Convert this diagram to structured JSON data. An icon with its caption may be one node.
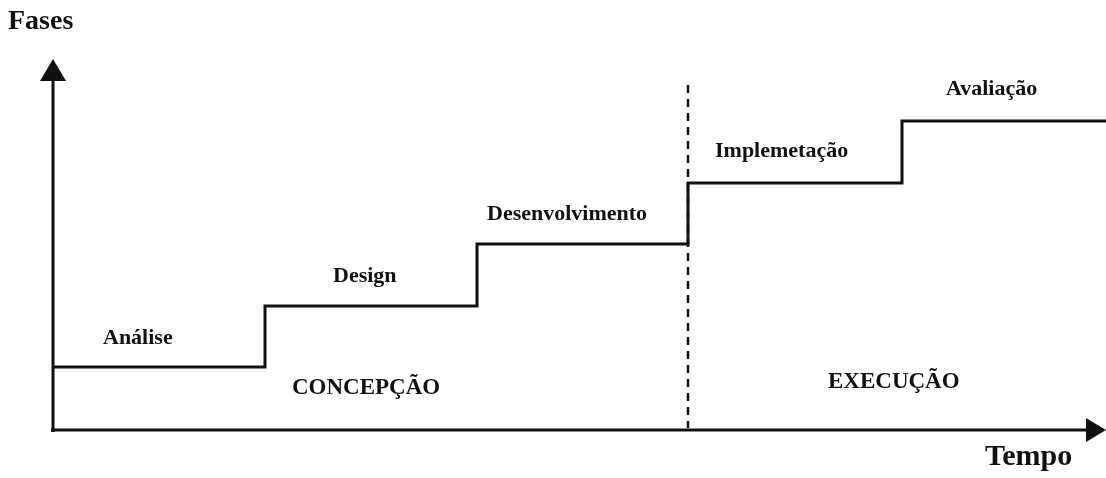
{
  "diagram": {
    "labels": [
      "Fases",
      "Análise",
      "Design",
      "Desenvolvimento",
      "Implemetação",
      "Avaliação",
      "CONCEPÇÃO",
      "EXECUÇÃO",
      "Tempo"
    ]
  }
}
